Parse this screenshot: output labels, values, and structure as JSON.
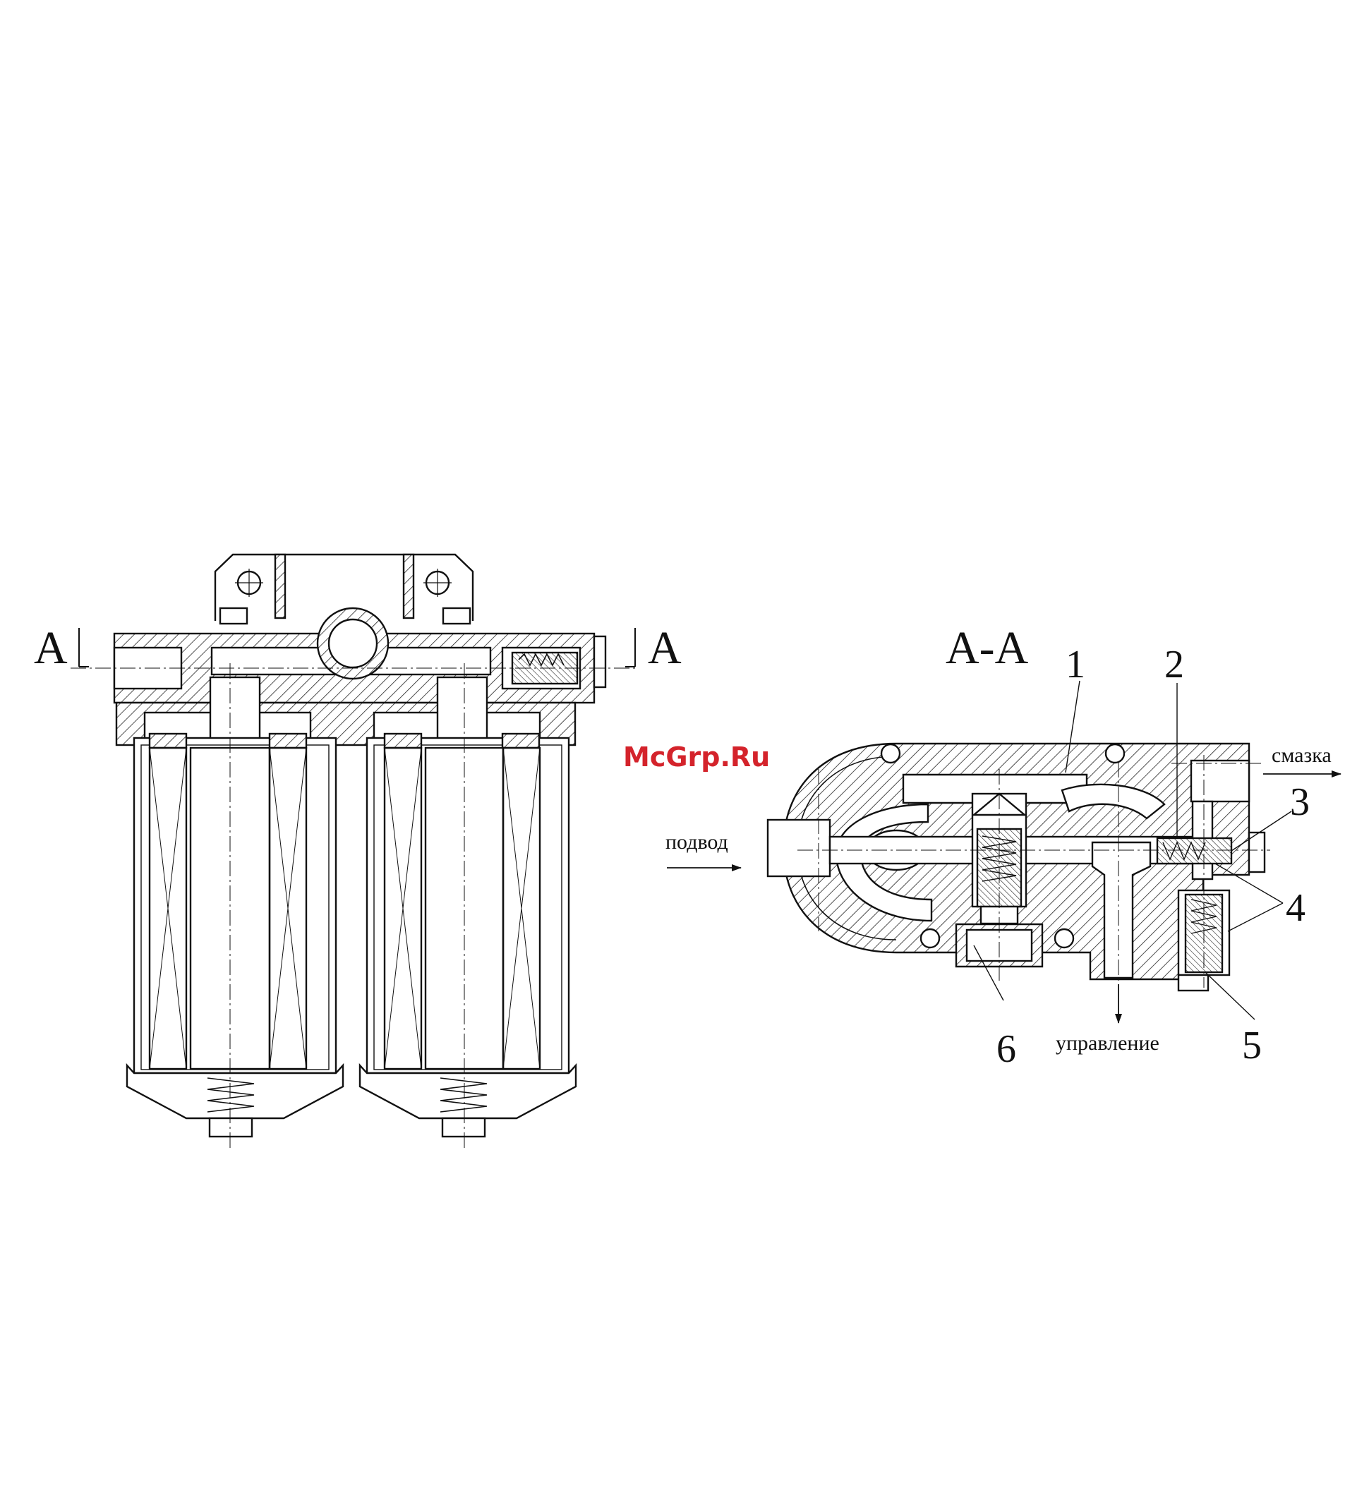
{
  "watermark": {
    "text": "McGrp.Ru",
    "color": "#d4232b"
  },
  "colors": {
    "ink": "#111111",
    "background": "#ffffff"
  },
  "front_view": {
    "section_mark_left": "A",
    "section_mark_right": "A"
  },
  "section_view": {
    "title": "А-А",
    "flow_labels": {
      "inlet": "подвод",
      "lubrication": "смазка",
      "control": "управление"
    },
    "callouts": [
      "1",
      "2",
      "3",
      "4",
      "5",
      "6"
    ]
  }
}
